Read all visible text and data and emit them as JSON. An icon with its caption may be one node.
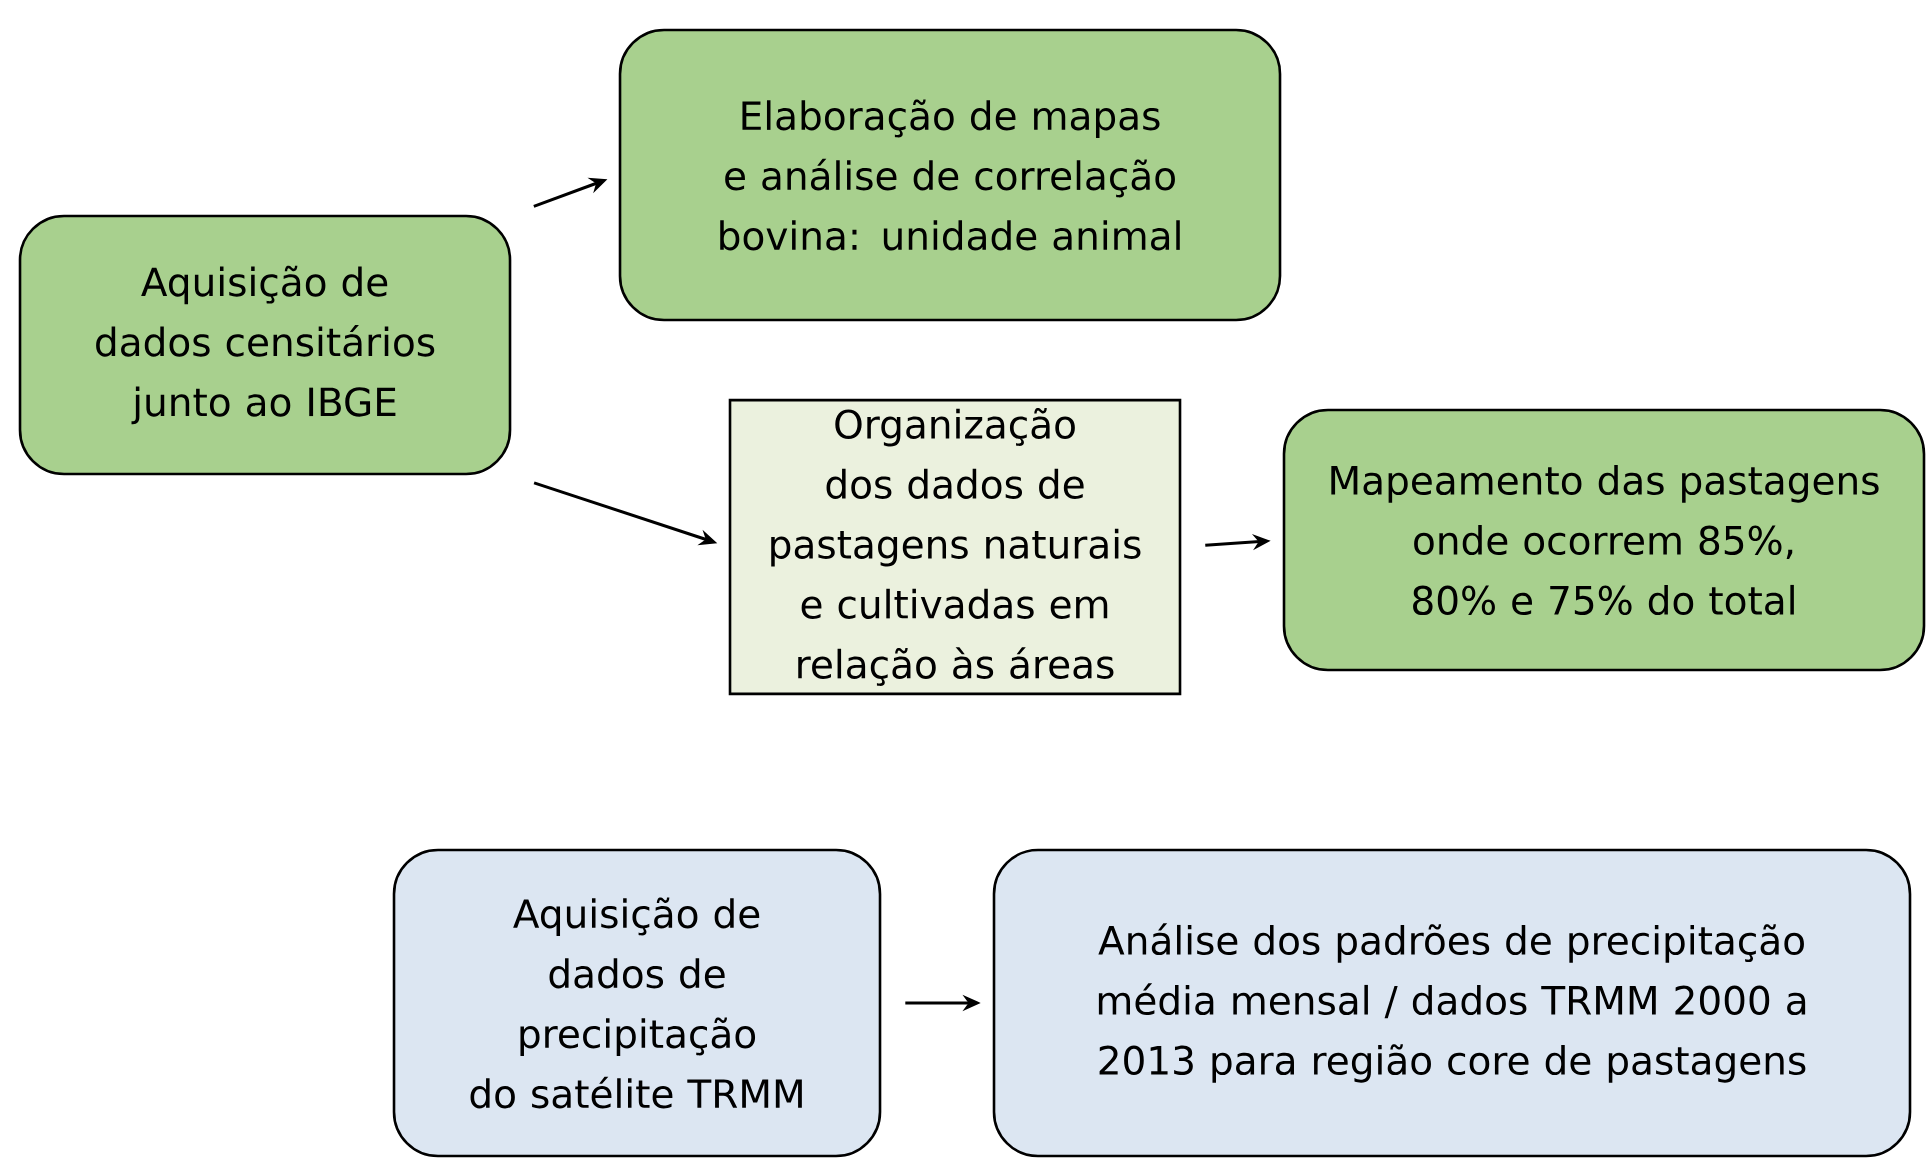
{
  "diagram": {
    "nodes": [
      {
        "text": [
          "Aquisição de dados censitários junto ao IBGE"
        ]
      },
      {
        "text": [
          "Elaboração de mapas e análise de correlação bovina: unidade animal"
        ]
      },
      {
        "text": [
          "Organização dos dados de pastagens naturais e cultivadas em relação às áreas"
        ]
      },
      {
        "text": [
          "Mapeamento das pastagens onde ocorrem 85%, 80% e 75% do total"
        ]
      },
      {
        "text": [
          "Aquisição de dados de precipitação do satélite TRMM"
        ]
      },
      {
        "text": [
          "Análise dos padrões de precipitação média mensal / dados TRMM 2000 a 2013 para região core de pastagens"
        ]
      }
    ],
    "edges": [
      {
        "from": 0,
        "to": 1,
        "arrow": "to"
      },
      {
        "from": 0,
        "to": 2,
        "arrow": "to"
      },
      {
        "from": 2,
        "to": 3,
        "arrow": "to"
      },
      {
        "from": 4,
        "to": 5,
        "arrow": "to"
      }
    ]
  }
}
